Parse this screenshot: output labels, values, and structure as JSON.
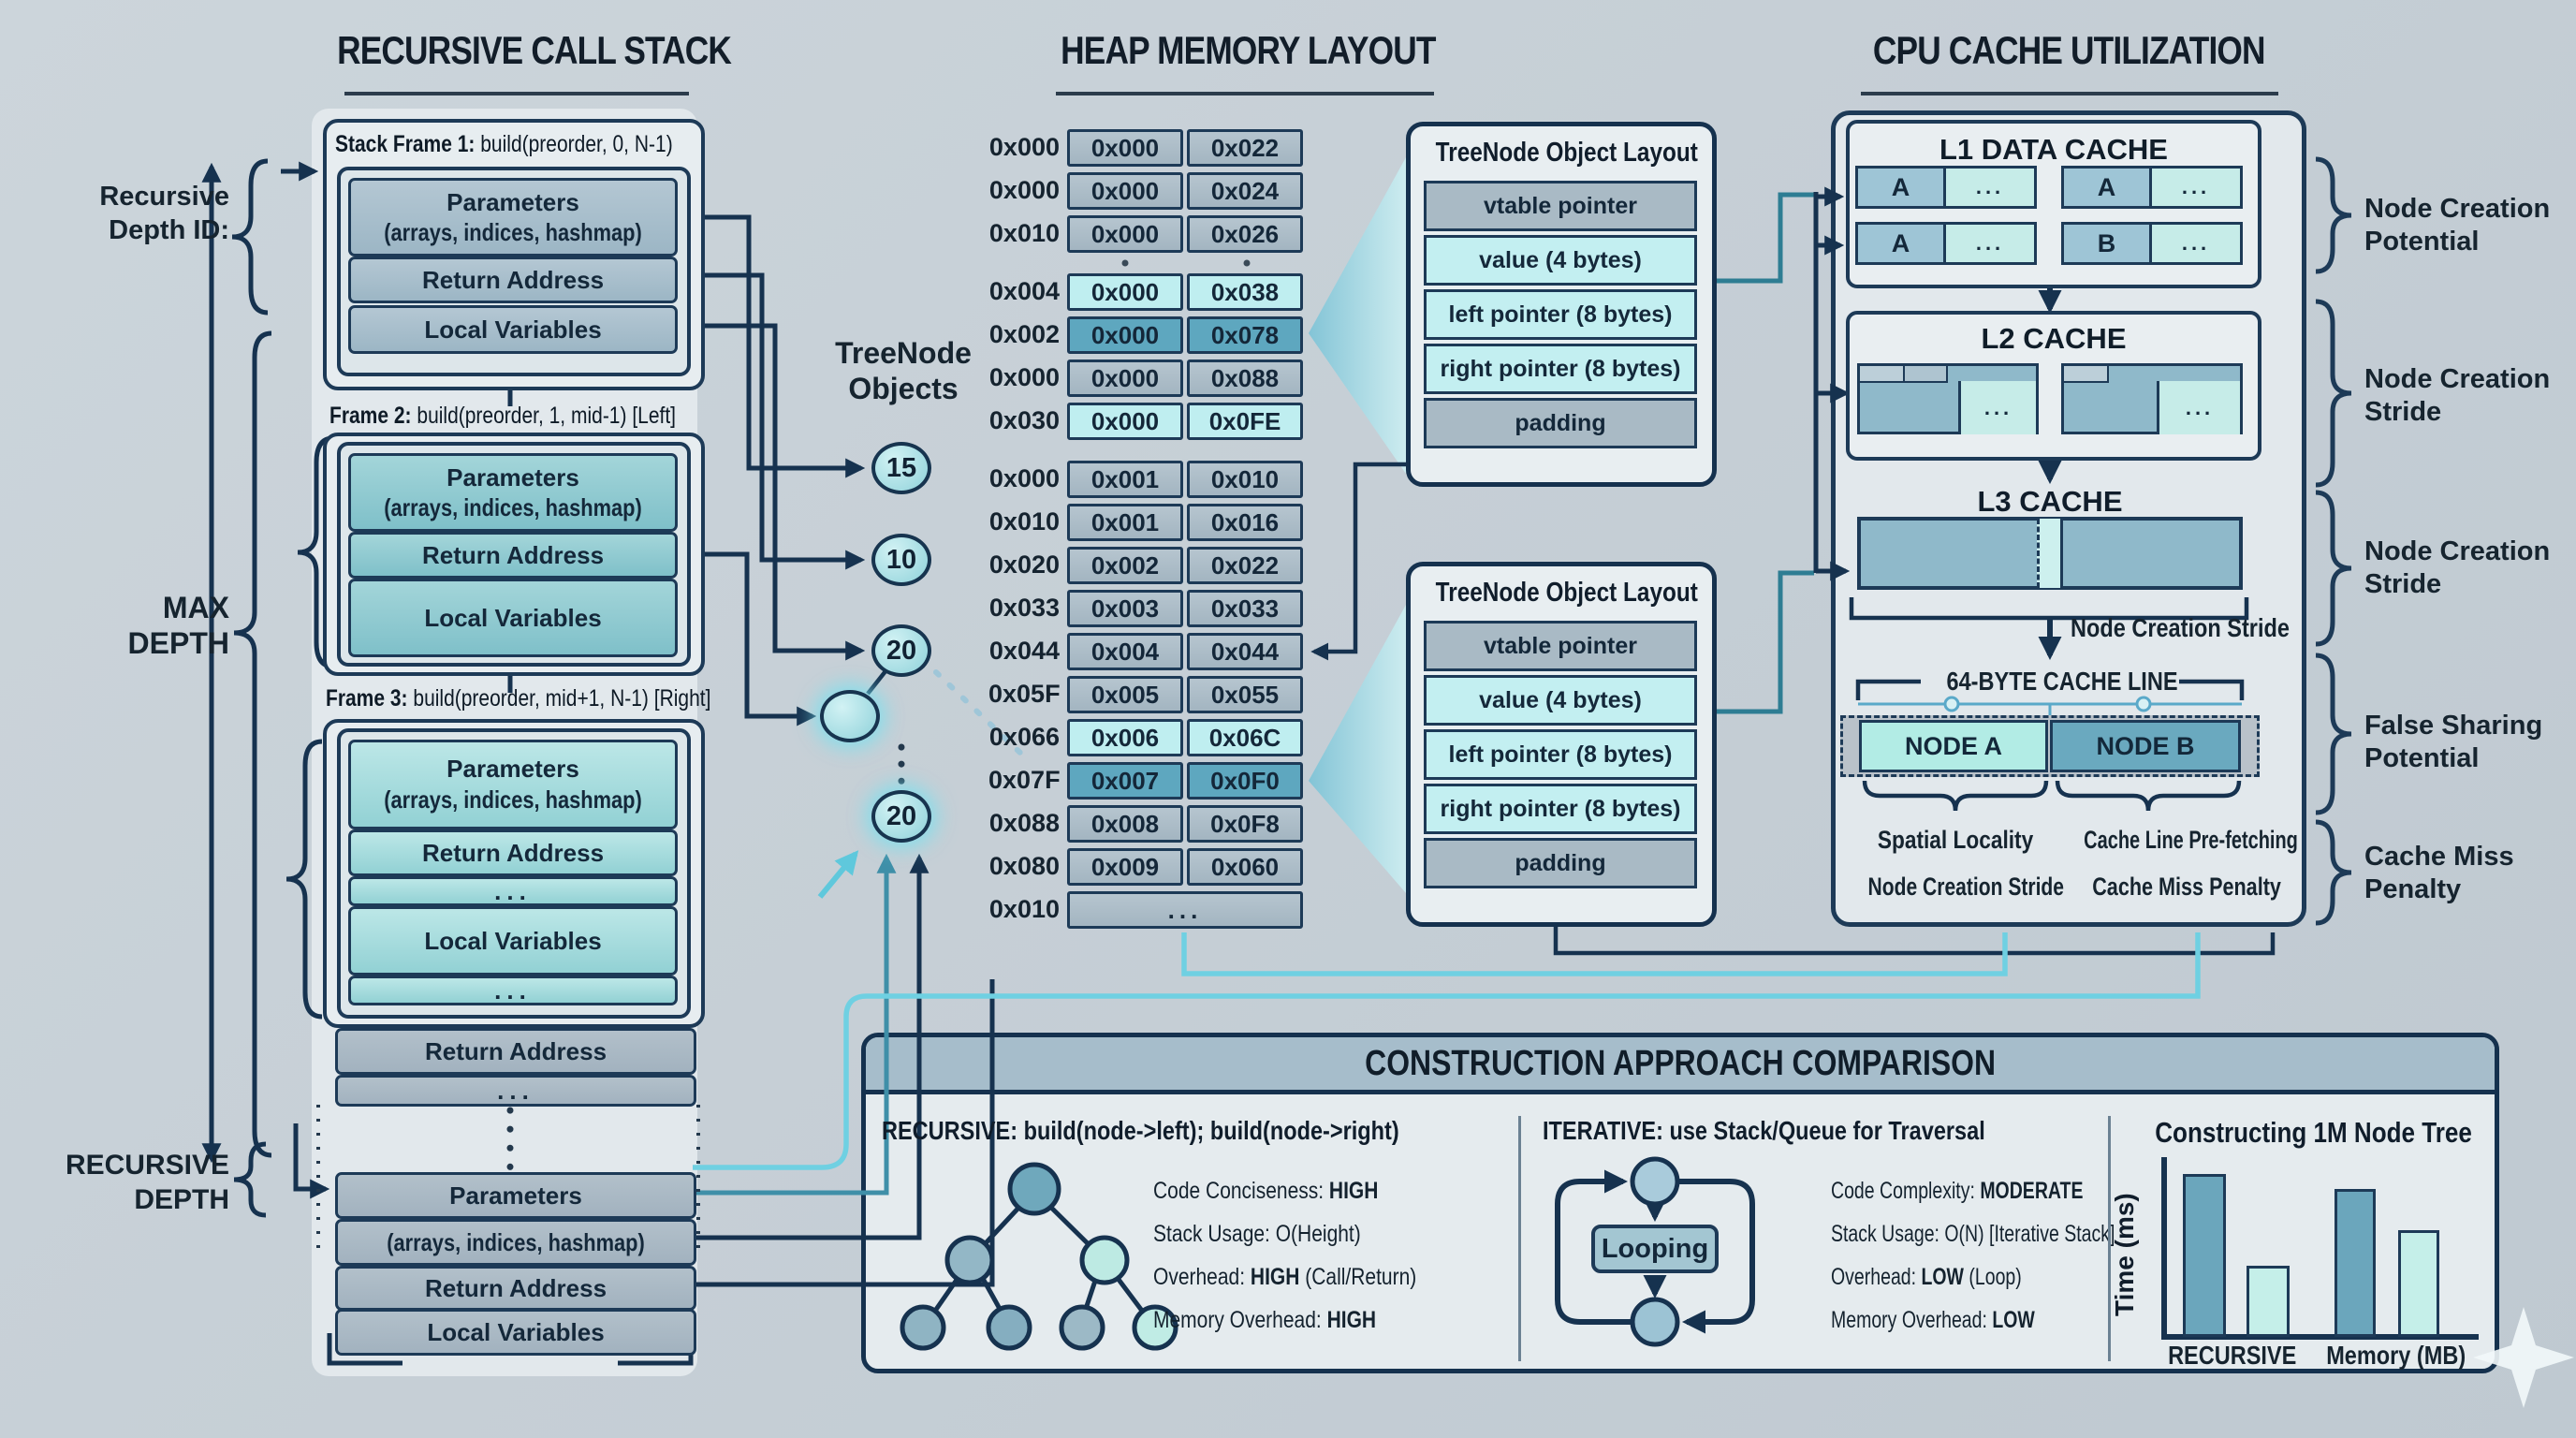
{
  "misc": {
    "ellipsis": "..."
  },
  "stack": {
    "title": "RECURSIVE CALL STACK",
    "labels": {
      "depth_id_1": "Recursive",
      "depth_id_2": "Depth ID:",
      "max_1": "MAX",
      "max_2": "DEPTH",
      "rec_1": "RECURSIVE",
      "rec_2": "DEPTH"
    },
    "frames": [
      {
        "name": "Stack Frame 1:",
        "sig": "build(preorder, 0, N-1)",
        "param_1": "Parameters",
        "param_2": "(arrays, indices, hashmap)",
        "return_row": "Return Address",
        "locals_row": "Local Variables"
      },
      {
        "name": "Frame 2:",
        "sig": "build(preorder, 1, mid-1) [Left]",
        "param_1": "Parameters",
        "param_2": "(arrays, indices, hashmap)",
        "return_row": "Return Address",
        "locals_row": "Local Variables"
      },
      {
        "name": "Frame 3:",
        "sig": "build(preorder, mid+1, N-1) [Right]",
        "param_1": "Parameters",
        "param_2": "(arrays, indices, hashmap)",
        "return_row": "Return Address",
        "locals_row": "Local Variables"
      }
    ],
    "tail": {
      "return_row": "Return Address",
      "params_row": "Parameters",
      "arrays_row": "(arrays, indices, hashmap)",
      "return_row2": "Return Address",
      "locals_row": "Local Variables"
    }
  },
  "treenode_objects": {
    "label_1": "TreeNode",
    "label_2": "Objects",
    "nodes": [
      "15",
      "10",
      "20",
      "",
      "20"
    ]
  },
  "heap": {
    "title": "HEAP MEMORY LAYOUT",
    "rows": [
      {
        "addr": "0x000",
        "c1": "0x000",
        "c2": "0x022"
      },
      {
        "addr": "0x000",
        "c1": "0x000",
        "c2": "0x024"
      },
      {
        "addr": "0x010",
        "c1": "0x000",
        "c2": "0x026"
      },
      {
        "addr": "0x004",
        "c1": "0x000",
        "c2": "0x038"
      },
      {
        "addr": "0x002",
        "c1": "0x000",
        "c2": "0x078"
      },
      {
        "addr": "0x000",
        "c1": "0x000",
        "c2": "0x088"
      },
      {
        "addr": "0x030",
        "c1": "0x000",
        "c2": "0x0FE"
      },
      {
        "addr": "0x000",
        "c1": "0x001",
        "c2": "0x010"
      },
      {
        "addr": "0x010",
        "c1": "0x001",
        "c2": "0x016"
      },
      {
        "addr": "0x020",
        "c1": "0x002",
        "c2": "0x022"
      },
      {
        "addr": "0x033",
        "c1": "0x003",
        "c2": "0x033"
      },
      {
        "addr": "0x044",
        "c1": "0x004",
        "c2": "0x044"
      },
      {
        "addr": "0x05F",
        "c1": "0x005",
        "c2": "0x055"
      },
      {
        "addr": "0x066",
        "c1": "0x006",
        "c2": "0x06C"
      },
      {
        "addr": "0x07F",
        "c1": "0x007",
        "c2": "0x0F0"
      },
      {
        "addr": "0x088",
        "c1": "0x008",
        "c2": "0x0F8"
      },
      {
        "addr": "0x080",
        "c1": "0x009",
        "c2": "0x060"
      },
      {
        "addr": "0x010",
        "c1": "...",
        "c2": ""
      }
    ]
  },
  "layout_box": {
    "title": "TreeNode Object Layout",
    "rows": [
      "vtable pointer",
      "value (4 bytes)",
      "left pointer (8 bytes)",
      "right pointer (8 bytes)",
      "padding"
    ]
  },
  "cache": {
    "title": "CPU CACHE UTILIZATION",
    "l1": {
      "title": "L1 DATA CACHE",
      "cells": [
        [
          "A",
          "..."
        ],
        [
          "A",
          "..."
        ],
        [
          "A",
          "..."
        ],
        [
          "B",
          "..."
        ]
      ]
    },
    "l2": {
      "title": "L2 CACHE",
      "dots": "..."
    },
    "l3": {
      "title": "L3 CACHE"
    },
    "stride_label": "Node Creation Stride",
    "cache_line": {
      "title": "64-BYTE CACHE LINE",
      "node_a": "NODE A",
      "node_b": "NODE B",
      "captions": [
        "Spatial Locality",
        "Cache Line Pre-fetching",
        "Node Creation Stride",
        "Cache Miss Penalty"
      ]
    },
    "side_labels": [
      {
        "l1": "Node Creation",
        "l2": "Potential"
      },
      {
        "l1": "Node Creation",
        "l2": "Stride"
      },
      {
        "l1": "Node Creation",
        "l2": "Stride"
      },
      {
        "l1": "False Sharing",
        "l2": "Potential"
      },
      {
        "l1": "Cache Miss",
        "l2": "Penalty"
      }
    ]
  },
  "comparison": {
    "title": "CONSTRUCTION APPROACH COMPARISON",
    "recursive": {
      "name": "RECURSIVE:",
      "sig": "build(node->left); build(node->right)",
      "stats": [
        {
          "pre": "Code Conciseness: ",
          "bold": "HIGH",
          "post": ""
        },
        {
          "pre": "Stack Usage: O(Height)",
          "bold": "",
          "post": ""
        },
        {
          "pre": "Overhead: ",
          "bold": "HIGH",
          "post": " (Call/Return)"
        },
        {
          "pre": "Memory Overhead: ",
          "bold": "HIGH",
          "post": ""
        }
      ]
    },
    "iterative": {
      "name": "ITERATIVE:",
      "sig": "use Stack/Queue for Traversal",
      "loop_label": "Looping",
      "stats": [
        {
          "pre": "Code Complexity: ",
          "bold": "MODERATE",
          "post": ""
        },
        {
          "pre": "Stack Usage: O(N) [Iterative Stack]",
          "bold": "",
          "post": ""
        },
        {
          "pre": "Overhead: ",
          "bold": "LOW",
          "post": " (Loop)"
        },
        {
          "pre": "Memory Overhead: ",
          "bold": "LOW",
          "post": ""
        }
      ]
    },
    "chart": {
      "title": "Constructing 1M Node Tree",
      "ylabel": "Time (ms)",
      "xlabels": [
        "RECURSIVE",
        "Memory (MB)"
      ]
    }
  },
  "chart_data": {
    "type": "bar",
    "title": "Constructing 1M Node Tree",
    "ylabel": "Time (ms)",
    "categories": [
      "RECURSIVE",
      "Memory (MB)"
    ],
    "series": [
      {
        "name": "recursive",
        "values": [
          100,
          92
        ]
      },
      {
        "name": "iterative",
        "values": [
          44,
          66
        ]
      }
    ],
    "note": "values are relative bar heights in %, no numeric axis ticks shown"
  }
}
